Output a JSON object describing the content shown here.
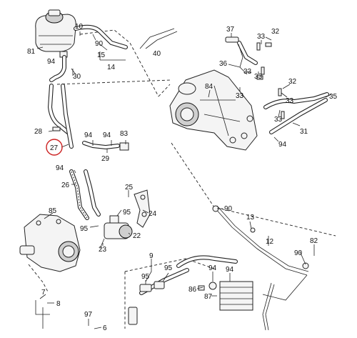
{
  "callouts": [
    {
      "id": "c-81",
      "text": "81"
    },
    {
      "id": "c-10",
      "text": "10"
    },
    {
      "id": "c-90a",
      "text": "90"
    },
    {
      "id": "c-15",
      "text": "15"
    },
    {
      "id": "c-40",
      "text": "40"
    },
    {
      "id": "c-14",
      "text": "14"
    },
    {
      "id": "c-94a",
      "text": "94"
    },
    {
      "id": "c-30",
      "text": "30"
    },
    {
      "id": "c-28",
      "text": "28"
    },
    {
      "id": "c-27",
      "text": "27"
    },
    {
      "id": "c-94b",
      "text": "94"
    },
    {
      "id": "c-94c",
      "text": "94"
    },
    {
      "id": "c-83",
      "text": "83"
    },
    {
      "id": "c-29",
      "text": "29"
    },
    {
      "id": "c-94d",
      "text": "94"
    },
    {
      "id": "c-26",
      "text": "26"
    },
    {
      "id": "c-37",
      "text": "37"
    },
    {
      "id": "c-33a",
      "text": "33"
    },
    {
      "id": "c-32a",
      "text": "32"
    },
    {
      "id": "c-36",
      "text": "36"
    },
    {
      "id": "c-33b",
      "text": "33"
    },
    {
      "id": "c-33c",
      "text": "33"
    },
    {
      "id": "c-84",
      "text": "84"
    },
    {
      "id": "c-33d",
      "text": "33"
    },
    {
      "id": "c-32b",
      "text": "32"
    },
    {
      "id": "c-33e",
      "text": "33"
    },
    {
      "id": "c-35",
      "text": "35"
    },
    {
      "id": "c-33f",
      "text": "33"
    },
    {
      "id": "c-31",
      "text": "31"
    },
    {
      "id": "c-94e",
      "text": "94"
    },
    {
      "id": "c-25",
      "text": "25"
    },
    {
      "id": "c-95a",
      "text": "95"
    },
    {
      "id": "c-24",
      "text": "24"
    },
    {
      "id": "c-85",
      "text": "85"
    },
    {
      "id": "c-95b",
      "text": "95"
    },
    {
      "id": "c-22",
      "text": "22"
    },
    {
      "id": "c-23",
      "text": "23"
    },
    {
      "id": "c-90b",
      "text": "90"
    },
    {
      "id": "c-13",
      "text": "13"
    },
    {
      "id": "c-12",
      "text": "12"
    },
    {
      "id": "c-82",
      "text": "82"
    },
    {
      "id": "c-90c",
      "text": "90"
    },
    {
      "id": "c-9",
      "text": "9"
    },
    {
      "id": "c-95c",
      "text": "95"
    },
    {
      "id": "c-95d",
      "text": "95"
    },
    {
      "id": "c-94f",
      "text": "94"
    },
    {
      "id": "c-86",
      "text": "86"
    },
    {
      "id": "c-94g",
      "text": "94"
    },
    {
      "id": "c-87",
      "text": "87"
    },
    {
      "id": "c-7",
      "text": "7"
    },
    {
      "id": "c-8",
      "text": "8"
    },
    {
      "id": "c-97",
      "text": "97"
    },
    {
      "id": "c-6",
      "text": "6"
    }
  ],
  "highlight": {
    "text": "27",
    "color": "#cc2222"
  }
}
